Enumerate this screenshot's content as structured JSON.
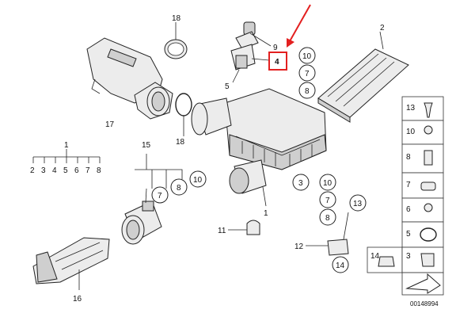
{
  "callouts": {
    "c18": "18",
    "c9": "9",
    "c4": "4",
    "c5": "5",
    "c2": "2",
    "c17": "17",
    "c18b": "18",
    "c15": "15",
    "c1top": "1",
    "c2b": "2",
    "c3b": "3",
    "c4b": "4",
    "c5b": "5",
    "c6b": "6",
    "c7b": "7",
    "c8b": "8",
    "c1main": "1",
    "c11": "11",
    "c12": "12",
    "c13": "13",
    "c16": "16"
  },
  "circled": {
    "r10a": "10",
    "r7a": "7",
    "r8a": "8",
    "m7": "7",
    "m8": "8",
    "m10": "10",
    "k3": "3",
    "k10": "10",
    "k7": "7",
    "k8": "8",
    "k14": "14"
  },
  "sidebar": {
    "s13": "13",
    "s10": "10",
    "s8": "8",
    "s7": "7",
    "s6": "6",
    "s5": "5",
    "s14": "14",
    "s3": "3"
  },
  "footer": {
    "doc_number": "00148994"
  },
  "colors": {
    "highlight": "#e32020"
  }
}
